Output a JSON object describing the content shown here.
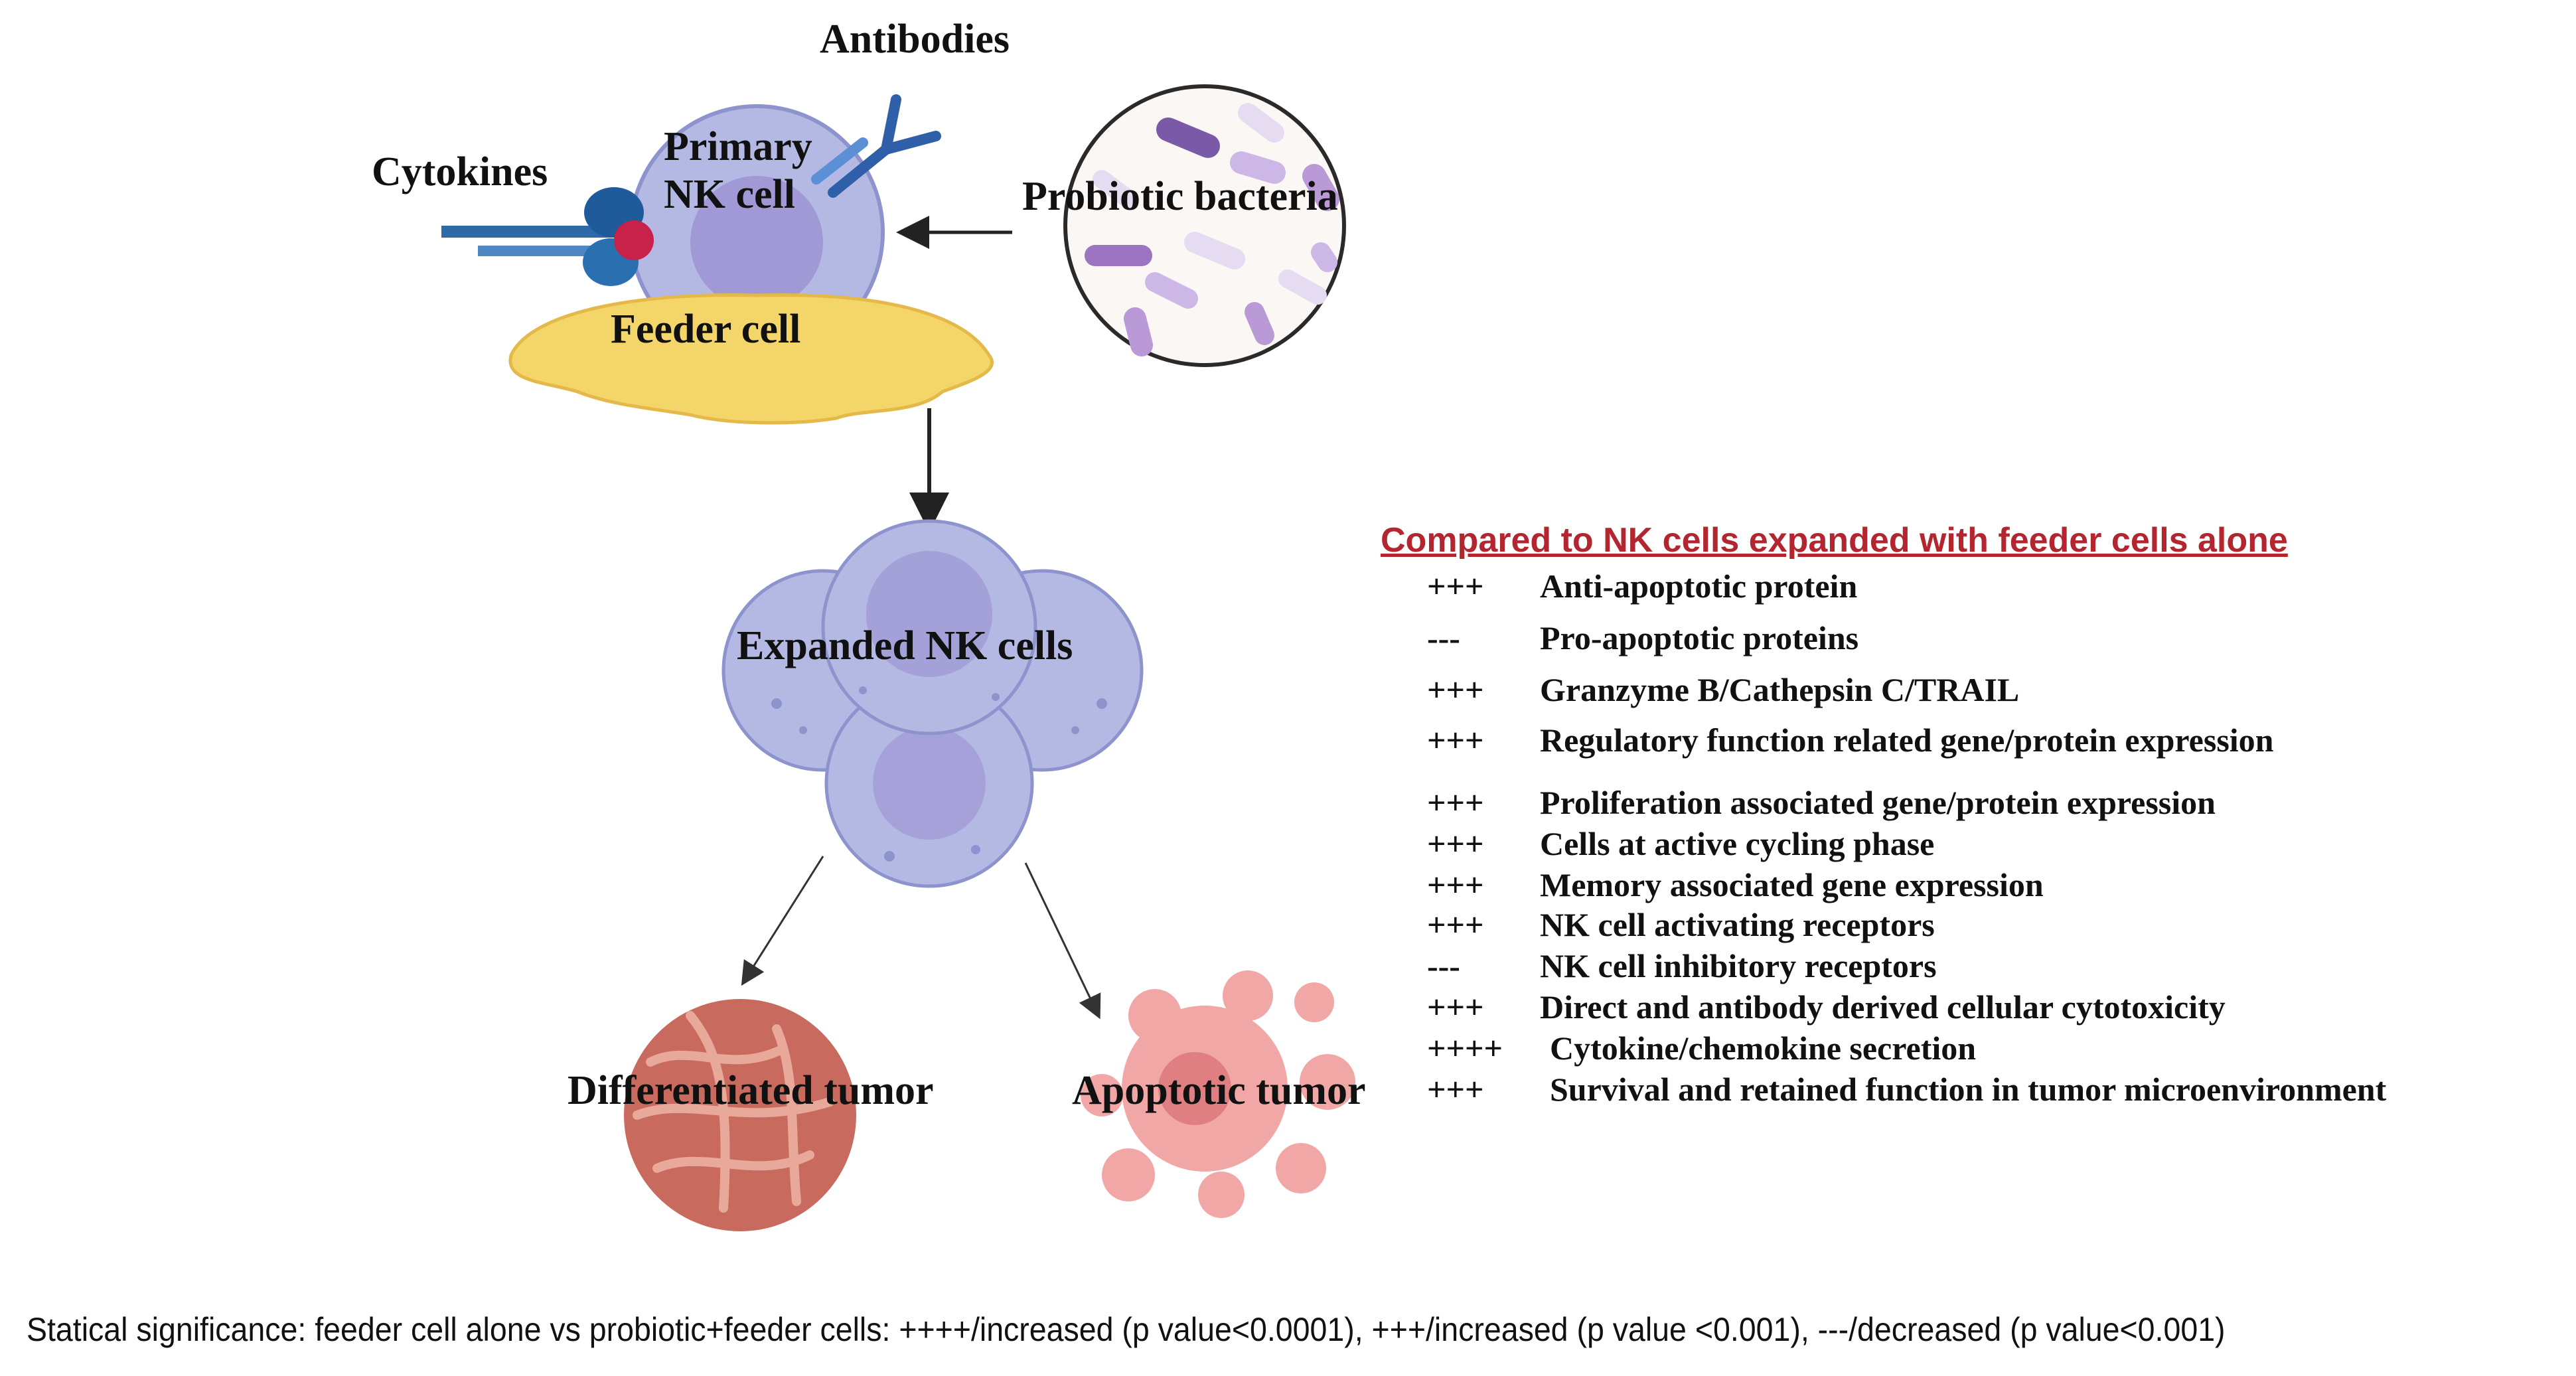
{
  "labels": {
    "antibodies": "Antibodies",
    "cytokines": "Cytokines",
    "primary_line1": "Primary",
    "primary_line2": "NK cell",
    "probiotic": "Probiotic bacteria",
    "feeder": "Feeder cell",
    "expanded": "Expanded NK cells",
    "differentiated": "Differentiated tumor",
    "apoptotic": "Apoptotic tumor"
  },
  "legend": {
    "title": "Compared to NK cells expanded with feeder cells alone",
    "rows": [
      {
        "symbol": "+++",
        "text": "Anti-apoptotic protein"
      },
      {
        "symbol": "---",
        "text": "Pro-apoptotic proteins"
      },
      {
        "symbol": "+++",
        "text": "Granzyme B/Cathepsin C/TRAIL"
      },
      {
        "symbol": "+++",
        "text": "Regulatory function related gene/protein expression"
      },
      {
        "symbol": "+++",
        "text": "Proliferation associated gene/protein expression"
      },
      {
        "symbol": "+++",
        "text": "Cells at active cycling phase"
      },
      {
        "symbol": "+++",
        "text": "Memory associated gene expression"
      },
      {
        "symbol": "+++",
        "text": "NK cell activating receptors"
      },
      {
        "symbol": "---",
        "text": "NK cell inhibitory receptors"
      },
      {
        "symbol": "+++",
        "text": "Direct and antibody derived cellular cytotoxicity"
      },
      {
        "symbol": "++++",
        "text": "Cytokine/chemokine secretion"
      },
      {
        "symbol": "+++",
        "text": "Survival and retained function in tumor microenvironment"
      }
    ]
  },
  "footer": "Statical significance: feeder cell alone vs probiotic+feeder cells: ++++/increased (p value<0.0001), +++/increased (p value <0.001), ---/decreased (p value<0.001)",
  "colors": {
    "nk_cell": "#b4b9e4",
    "nk_nucleus": "#9a8fd0",
    "feeder": "#f3d56a",
    "bacteria": "#b99ad6",
    "tumor_diff": "#c96a5e",
    "tumor_apop": "#f2a7a7",
    "legend_title": "#b3262f"
  }
}
